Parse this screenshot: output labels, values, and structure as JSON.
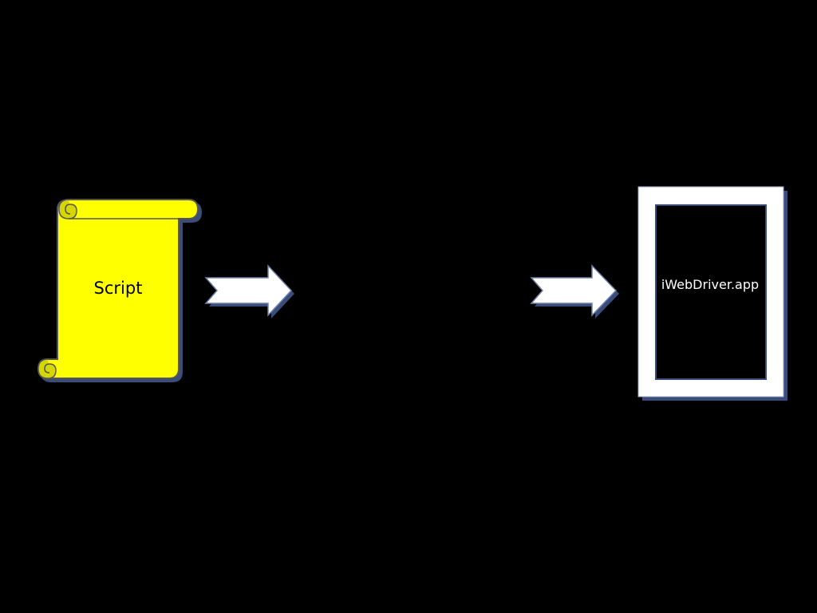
{
  "diagram": {
    "nodes": [
      {
        "id": "script",
        "label": "Script",
        "shape": "scroll"
      },
      {
        "id": "app",
        "label": "iWebDriver.app",
        "shape": "device-frame"
      }
    ],
    "connectors": [
      {
        "shape": "block-arrow-right"
      },
      {
        "shape": "block-arrow-right"
      }
    ]
  },
  "colors": {
    "background": "#000000",
    "scroll_fill": "#ffff00",
    "scroll_outline": "#555555",
    "arrow_fill": "#ffffff",
    "arrow_shadow": "#3a4d7a",
    "frame_fill": "#ffffff",
    "frame_shadow": "#3a4d7a"
  },
  "icons": {
    "scroll": "scroll-icon",
    "arrow": "right-block-arrow-icon",
    "frame": "device-frame-icon"
  }
}
